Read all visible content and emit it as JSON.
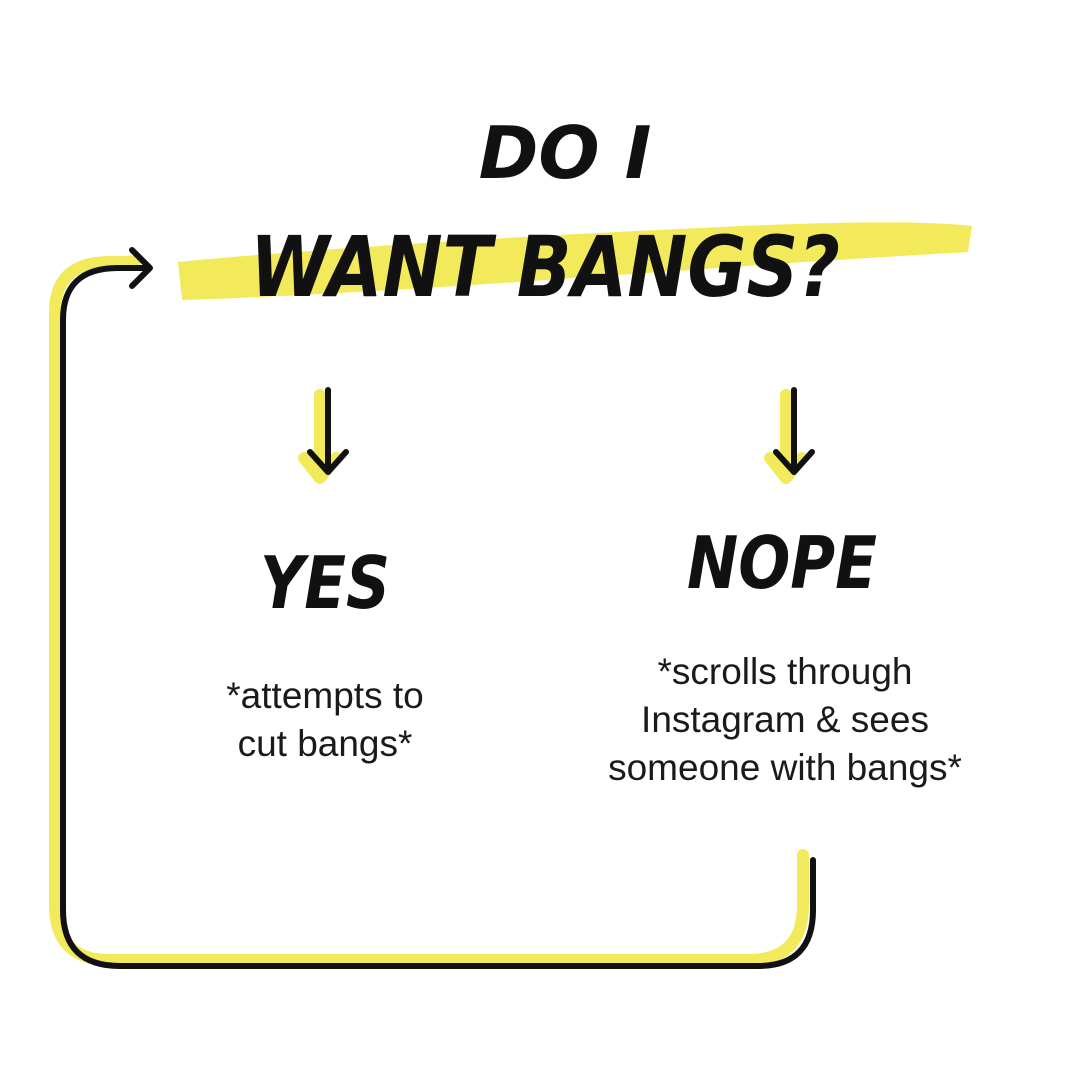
{
  "title": {
    "line1": "Do I",
    "line2": "Want Bangs?"
  },
  "options": [
    {
      "label": "Yes",
      "note_lines": [
        "*attempts to",
        "cut bangs*"
      ]
    },
    {
      "label": "Nope",
      "note_lines": [
        "*scrolls through",
        "Instagram & sees",
        "someone with bangs*"
      ]
    }
  ],
  "colors": {
    "highlight": "#F2EA5A",
    "ink": "#111111",
    "background": "#FFFFFF"
  }
}
